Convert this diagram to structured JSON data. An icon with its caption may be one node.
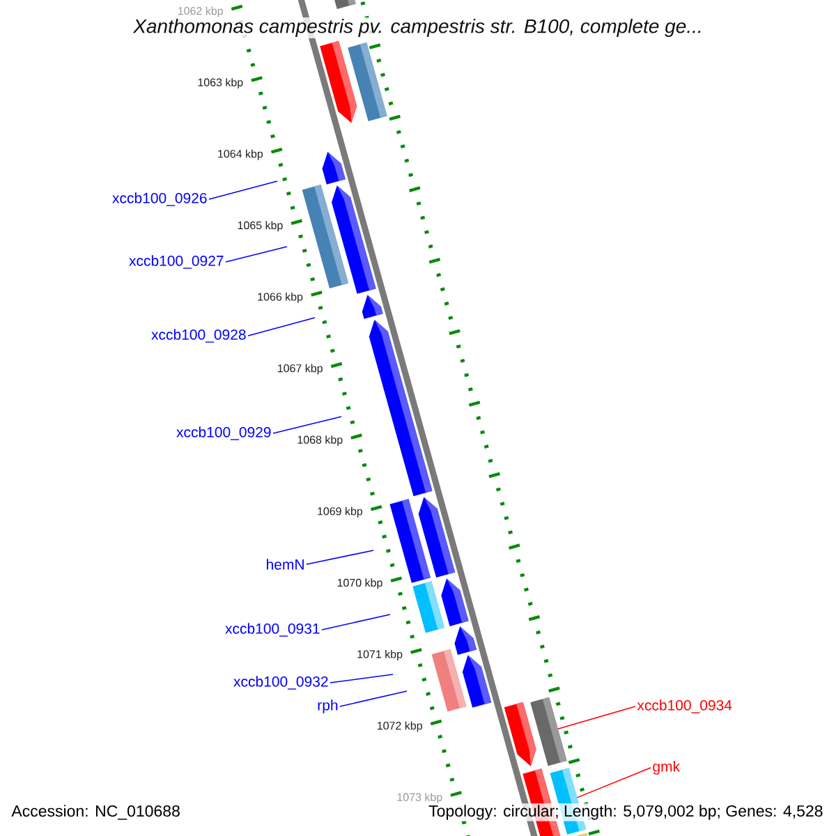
{
  "diagram": {
    "title": "Xanthomonas campestris pv. campestris str. B100, complete ge...",
    "nodes": [
      {
        "text": [
          "xccb100_0926"
        ]
      },
      {
        "text": [
          "xccb100_0927"
        ]
      },
      {
        "text": [
          "xccb100_0928"
        ]
      },
      {
        "text": [
          "xccb100_0929"
        ]
      },
      {
        "text": [
          "hemN"
        ]
      },
      {
        "text": [
          "xccb100_0931"
        ]
      },
      {
        "text": [
          "xccb100_0932"
        ]
      },
      {
        "text": [
          "rph"
        ]
      },
      {
        "text": [
          "xccb100_0934"
        ]
      },
      {
        "text": [
          "gmk"
        ]
      },
      {
        "text": [],
        "shape": "arrow"
      },
      {
        "text": [],
        "shape": "bar"
      },
      {
        "text": [],
        "shape": "bar"
      },
      {
        "text": [],
        "shape": "bar"
      },
      {
        "text": [],
        "shape": "arrow"
      },
      {
        "text": [],
        "shape": "arrow"
      },
      {
        "text": [],
        "shape": "arrow"
      },
      {
        "text": [],
        "shape": "arrow"
      },
      {
        "text": [],
        "shape": "bar"
      },
      {
        "text": [],
        "shape": "bar"
      },
      {
        "text": [],
        "shape": "bar"
      },
      {
        "text": [],
        "shape": "arrow"
      },
      {
        "text": [],
        "shape": "arrow"
      },
      {
        "text": [],
        "shape": "arrow"
      },
      {
        "text": [],
        "shape": "arrow"
      },
      {
        "text": [],
        "shape": "arrow"
      },
      {
        "text": [],
        "shape": "arrow"
      },
      {
        "text": [],
        "shape": "bar"
      },
      {
        "text": [],
        "shape": "bar"
      },
      {
        "text": [],
        "shape": "bar"
      }
    ],
    "edges": [
      {
        "from": 0,
        "to": null,
        "arrow": "none"
      },
      {
        "from": 1,
        "to": null,
        "arrow": "none"
      },
      {
        "from": 2,
        "to": null,
        "arrow": "none"
      },
      {
        "from": 3,
        "to": null,
        "arrow": "none"
      },
      {
        "from": 4,
        "to": null,
        "arrow": "none"
      },
      {
        "from": 5,
        "to": null,
        "arrow": "none"
      },
      {
        "from": 6,
        "to": null,
        "arrow": "none"
      },
      {
        "from": 7,
        "to": null,
        "arrow": "none"
      },
      {
        "from": 8,
        "to": 27,
        "arrow": "none",
        "color": "#ff0000"
      },
      {
        "from": 9,
        "to": 28,
        "arrow": "none",
        "color": "#ff0000"
      }
    ],
    "labels": [
      "1062 kbp",
      "1063 kbp",
      "1064 kbp",
      "1065 kbp",
      "1066 kbp",
      "1067 kbp",
      "1068 kbp",
      "1069 kbp",
      "1070 kbp",
      "1071 kbp",
      "1072 kbp",
      "1073 kbp",
      "Accession: NC_010688",
      "Topology: circular; Length: 5,079,002 bp; Genes: 4,528"
    ]
  }
}
